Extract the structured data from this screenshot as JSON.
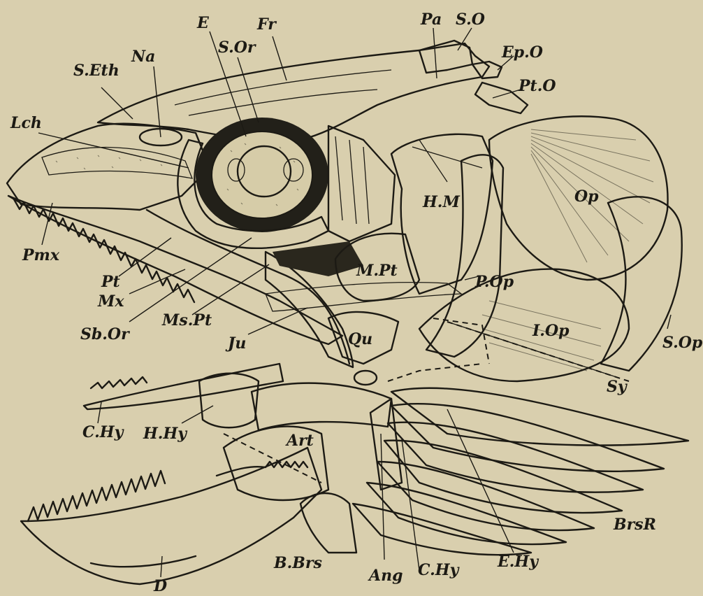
{
  "figure": {
    "background": "#d9cfae",
    "ink": "#1c1a14",
    "labels": {
      "e": "E",
      "fr": "Fr",
      "pa": "Pa",
      "so": "S.O",
      "sor": "S.Or",
      "na": "Na",
      "seth": "S.Eth",
      "epo": "Ep.O",
      "pto": "Pt.O",
      "lch": "Lch",
      "hm": "H.M",
      "op": "Op",
      "pmx": "Pmx",
      "pt": "Pt",
      "mpt": "M.Pt",
      "pop": "P.Op",
      "mx": "Mx",
      "sbor": "Sb.Or",
      "mspt": "Ms.Pt",
      "ju": "Ju",
      "qu": "Qu",
      "iop": "I.Op",
      "sop": "S.Op",
      "sy": "Sy",
      "chy_left": "C.Hy",
      "hhy": "H.Hy",
      "art": "Art",
      "brsr": "BrsR",
      "bbrs": "B.Brs",
      "ang": "Ang",
      "chy_bottom": "C.Hy",
      "ehy": "E.Hy",
      "d": "D"
    }
  }
}
